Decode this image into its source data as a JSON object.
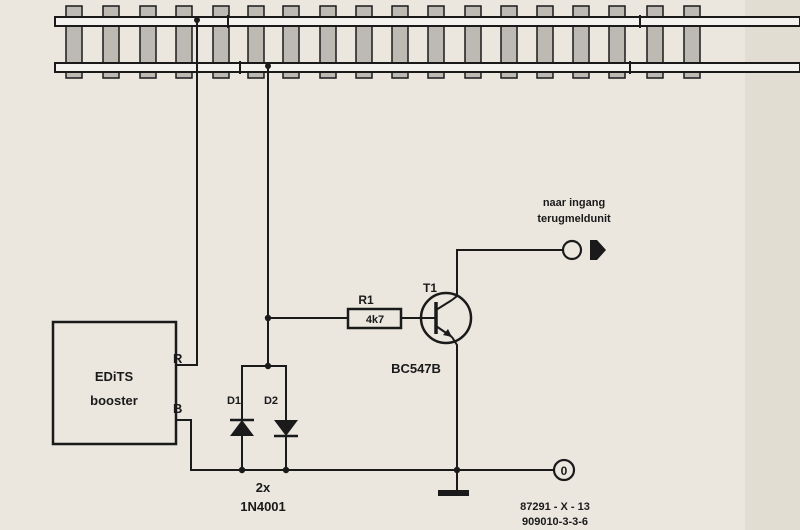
{
  "booster": {
    "line1": "EDiTS",
    "line2": "booster",
    "terminal_r": "R",
    "terminal_b": "B"
  },
  "components": {
    "r1_ref": "R1",
    "r1_value": "4k7",
    "t1_ref": "T1",
    "t1_type": "BC547B",
    "d1_ref": "D1",
    "d2_ref": "D2",
    "diode_count": "2x",
    "diode_type": "1N4001"
  },
  "output": {
    "line1": "naar ingang",
    "line2": "terugmeldunit"
  },
  "ground_terminal": "0",
  "codes": {
    "line1": "87291 - X - 13",
    "line2": "909010-3-3-6"
  },
  "colors": {
    "paper": "#ebe7df",
    "ink": "#1a1a1a",
    "sleeper": "#bdbab4"
  }
}
